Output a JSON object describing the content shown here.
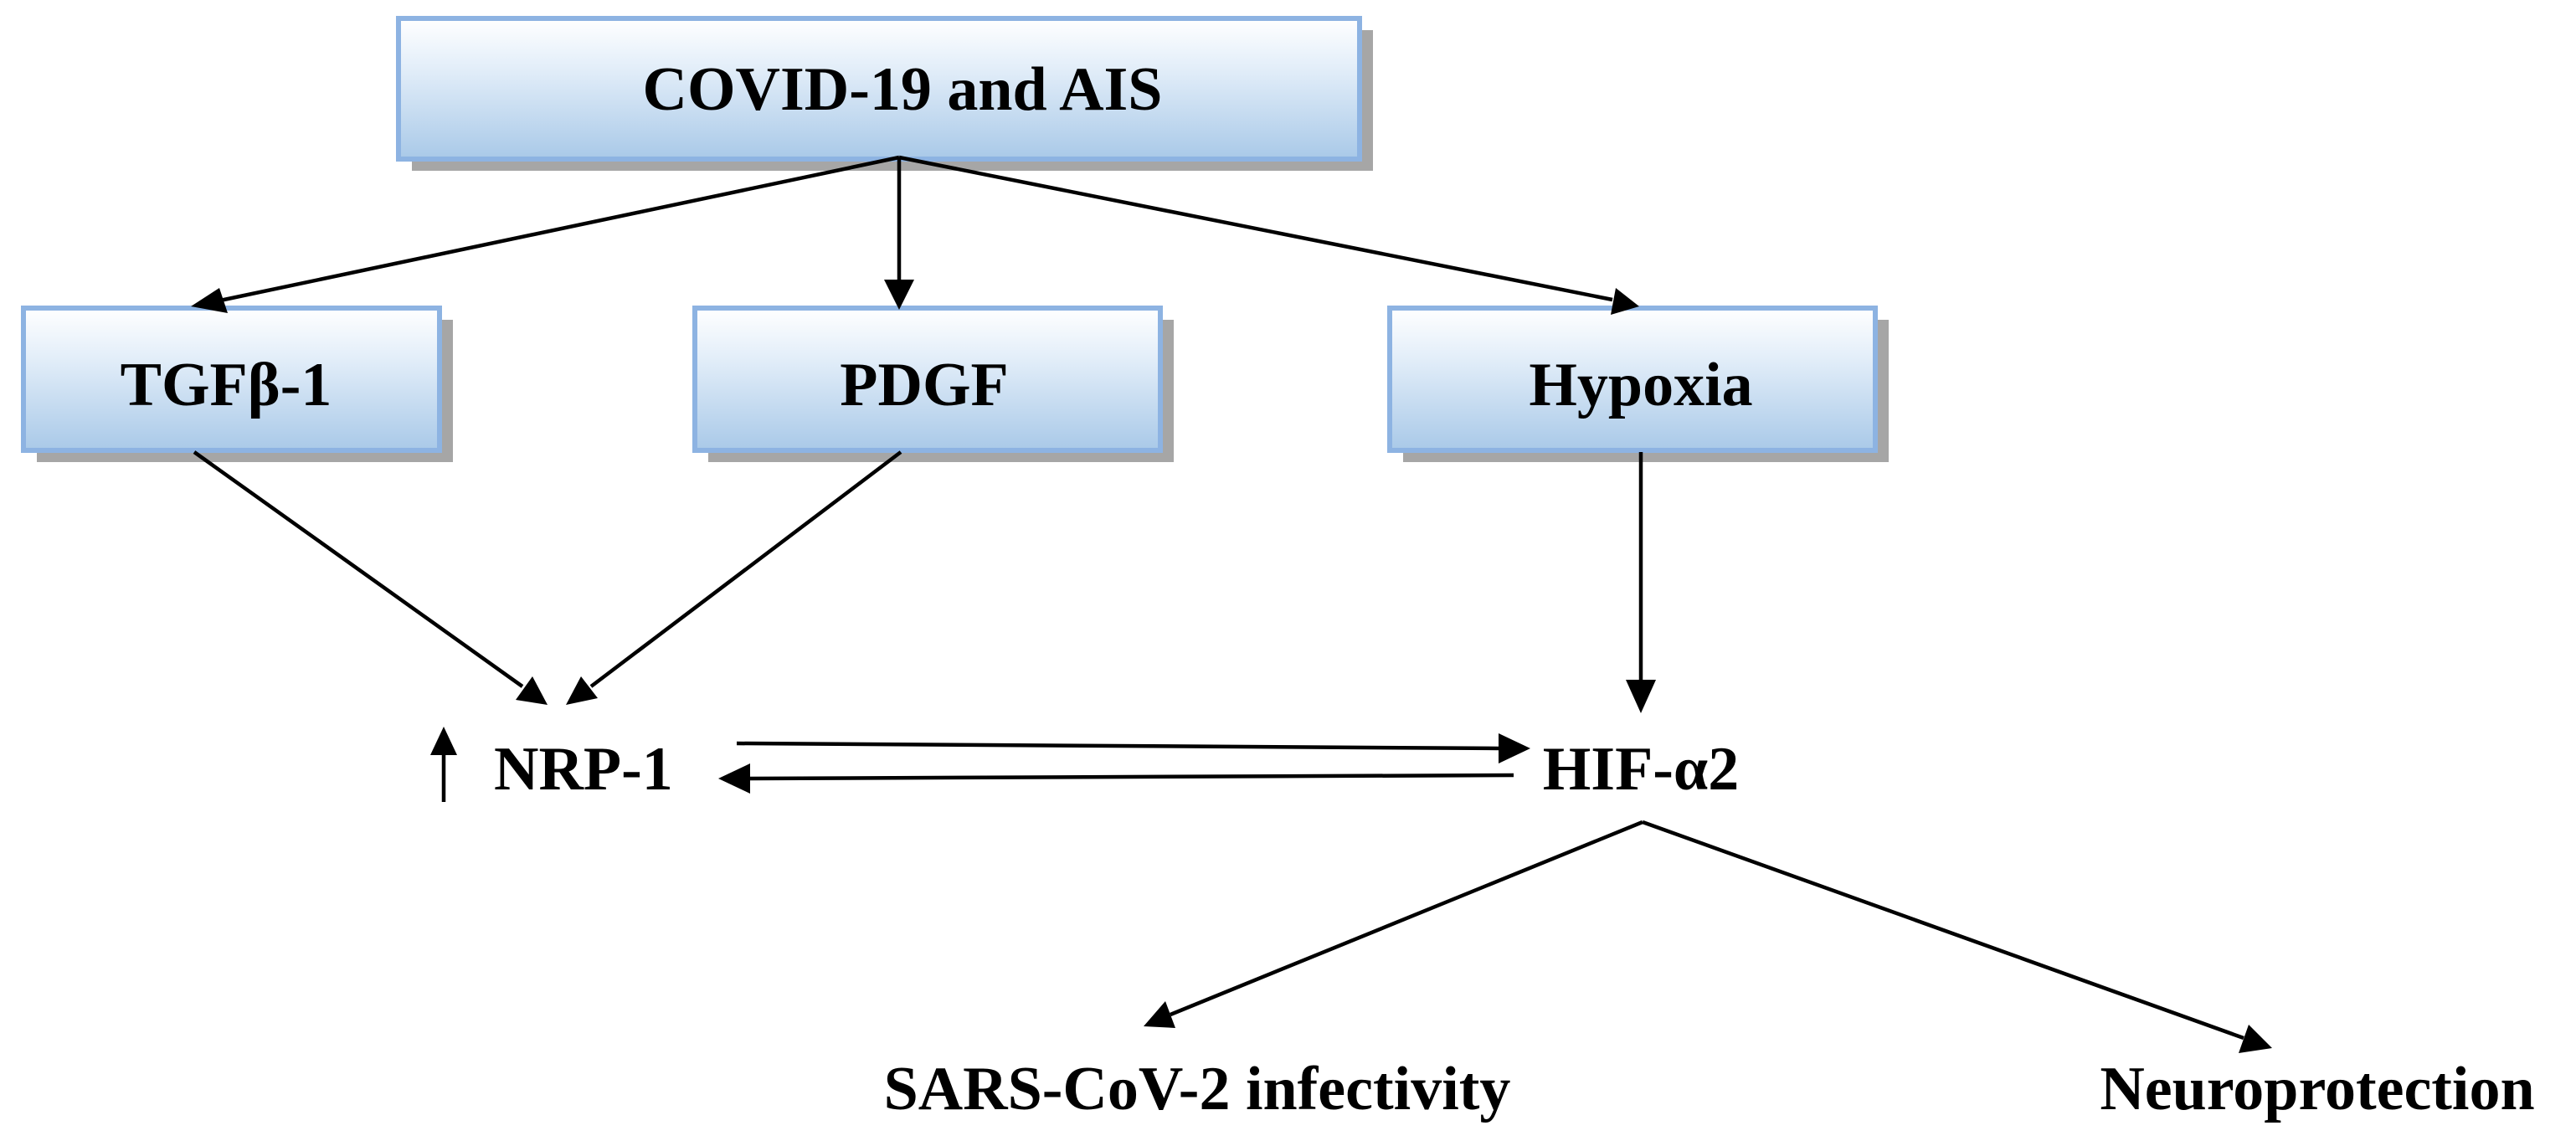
{
  "diagram": {
    "type": "flowchart",
    "colors": {
      "box_fill_top": "#ffffff",
      "box_fill_bottom": "#a9c9e8",
      "box_border": "#8db3e2",
      "shadow": "#a6a6a6",
      "text": "#000000",
      "arrow": "#000000"
    },
    "nodes": {
      "covid_ais": {
        "label": "COVID-19 and AIS",
        "boxed": true
      },
      "tgfb1": {
        "label": "TGFβ-1",
        "boxed": true
      },
      "pdgf": {
        "label": "PDGF",
        "boxed": true
      },
      "hypoxia": {
        "label": "Hypoxia",
        "boxed": true
      },
      "nrp1": {
        "label": "NRP-1",
        "boxed": false,
        "prefix_icon": "up-arrow-icon"
      },
      "hif_a2": {
        "label": "HIF-α2",
        "boxed": false
      },
      "sars_cov2": {
        "label": "SARS-CoV-2 infectivity",
        "boxed": false
      },
      "neuroprotection": {
        "label": "Neuroprotection",
        "boxed": false
      }
    },
    "edges": [
      {
        "from": "covid_ais",
        "to": "tgfb1"
      },
      {
        "from": "covid_ais",
        "to": "pdgf"
      },
      {
        "from": "covid_ais",
        "to": "hypoxia"
      },
      {
        "from": "tgfb1",
        "to": "nrp1"
      },
      {
        "from": "pdgf",
        "to": "nrp1"
      },
      {
        "from": "hypoxia",
        "to": "hif_a2"
      },
      {
        "from": "nrp1",
        "to": "hif_a2"
      },
      {
        "from": "hif_a2",
        "to": "nrp1"
      },
      {
        "from": "hif_a2",
        "to": "sars_cov2"
      },
      {
        "from": "hif_a2",
        "to": "neuroprotection"
      }
    ]
  }
}
